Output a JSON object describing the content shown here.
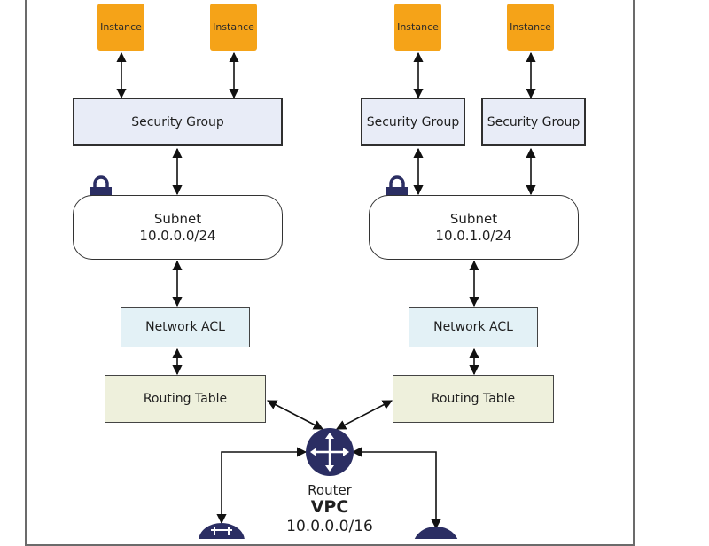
{
  "instances": [
    "Instance",
    "Instance",
    "Instance",
    "Instance"
  ],
  "security_groups": [
    "Security Group",
    "Security Group",
    "Security Group"
  ],
  "subnets": [
    {
      "label": "Subnet",
      "cidr": "10.0.0.0/24"
    },
    {
      "label": "Subnet",
      "cidr": "10.0.1.0/24"
    }
  ],
  "network_acls": [
    "Network ACL",
    "Network ACL"
  ],
  "routing_tables": [
    "Routing Table",
    "Routing Table"
  ],
  "router": {
    "label": "Router"
  },
  "vpc": {
    "label": "VPC",
    "cidr": "10.0.0.0/16"
  },
  "colors": {
    "instance": "#f5a318",
    "security_group": "#e8ecf7",
    "network_acl": "#e3f1f6",
    "routing_table": "#eef0dc",
    "router": "#2b2e63",
    "lock": "#2b2e63"
  }
}
